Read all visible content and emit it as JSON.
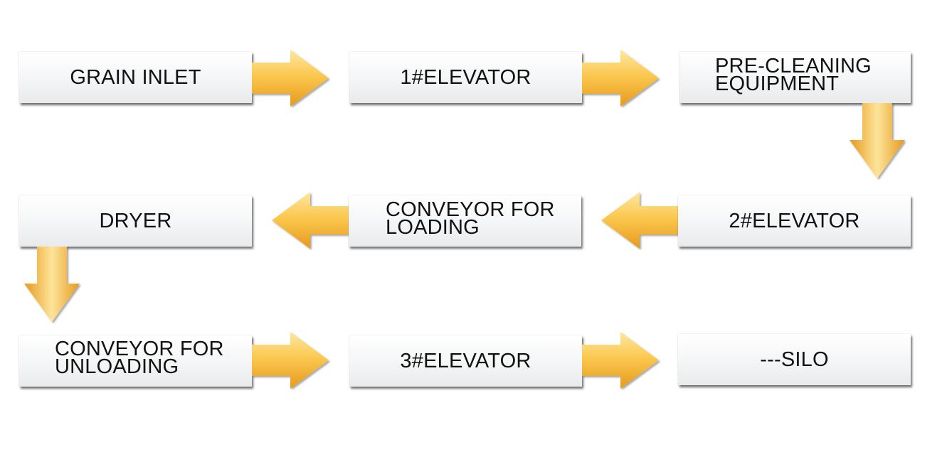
{
  "steps": [
    {
      "id": "grain-inlet",
      "label": "GRAIN INLET"
    },
    {
      "id": "elevator-1",
      "label": "1#ELEVATOR"
    },
    {
      "id": "pre-cleaning",
      "label_line1": "PRE-CLEANING",
      "label_line2": "EQUIPMENT"
    },
    {
      "id": "elevator-2",
      "label": "2#ELEVATOR"
    },
    {
      "id": "conveyor-loading",
      "label_line1": "CONVEYOR FOR",
      "label_line2": "LOADING"
    },
    {
      "id": "dryer",
      "label": "DRYER"
    },
    {
      "id": "conveyor-unloading",
      "label_line1": "CONVEYOR FOR",
      "label_line2": "UNLOADING"
    },
    {
      "id": "elevator-3",
      "label": "3#ELEVATOR"
    },
    {
      "id": "silo",
      "label": "---SILO"
    }
  ],
  "arrows": [
    {
      "from": "GRAIN INLET",
      "to": "1#ELEVATOR",
      "direction": "right"
    },
    {
      "from": "1#ELEVATOR",
      "to": "PRE-CLEANING EQUIPMENT",
      "direction": "right"
    },
    {
      "from": "PRE-CLEANING EQUIPMENT",
      "to": "2#ELEVATOR",
      "direction": "down"
    },
    {
      "from": "2#ELEVATOR",
      "to": "CONVEYOR FOR LOADING",
      "direction": "left"
    },
    {
      "from": "CONVEYOR FOR LOADING",
      "to": "DRYER",
      "direction": "left"
    },
    {
      "from": "DRYER",
      "to": "CONVEYOR FOR UNLOADING",
      "direction": "down"
    },
    {
      "from": "CONVEYOR FOR UNLOADING",
      "to": "3#ELEVATOR",
      "direction": "right"
    },
    {
      "from": "3#ELEVATOR",
      "to": "---SILO",
      "direction": "right"
    }
  ],
  "colors": {
    "arrow_light": "#ffe9a3",
    "arrow_mid": "#fbc64a",
    "arrow_dark": "#e79a1a",
    "box_fill": "#f4f5f6",
    "text": "#111111"
  }
}
